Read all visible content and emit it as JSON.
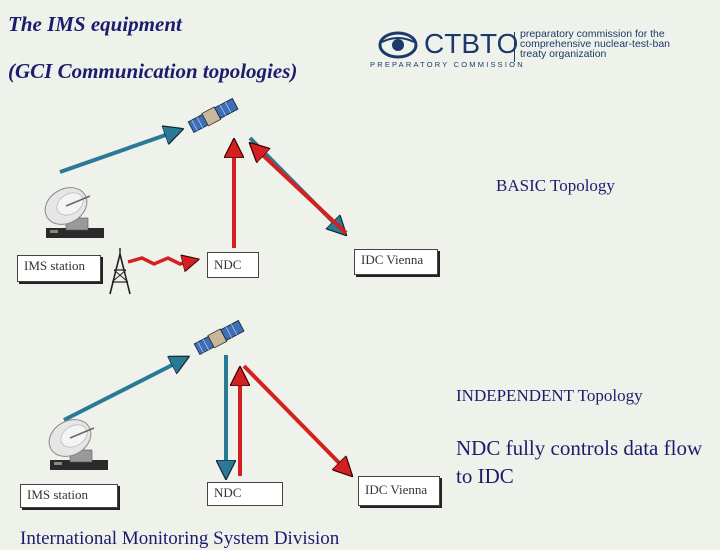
{
  "header": {
    "title": "The IMS equipment",
    "subtitle": "(GCI Communication topologies)"
  },
  "logo": {
    "name": "CTBTO",
    "description": "preparatory commission for the\ncomprehensive nuclear-test-ban\ntreaty organization",
    "tagline": "PREPARATORY COMMISSION"
  },
  "basic_topology": {
    "label": "BASIC Topology",
    "ims_station": "IMS station",
    "ndc": "NDC",
    "idc": "IDC Vienna"
  },
  "independent_topology": {
    "label": "INDEPENDENT Topology",
    "ims_station": "IMS station",
    "ndc": "NDC",
    "idc": "IDC Vienna",
    "note": "NDC fully controls data flow to IDC"
  },
  "footer": {
    "text": "International Monitoring System Division"
  },
  "icons": [
    "satellite-icon",
    "satellite-dish-icon",
    "radio-tower-icon"
  ],
  "colors": {
    "title": "#1c1c6e",
    "uplink": "#2a7a96",
    "downlink": "#d42020",
    "background": "#eef2ea"
  }
}
